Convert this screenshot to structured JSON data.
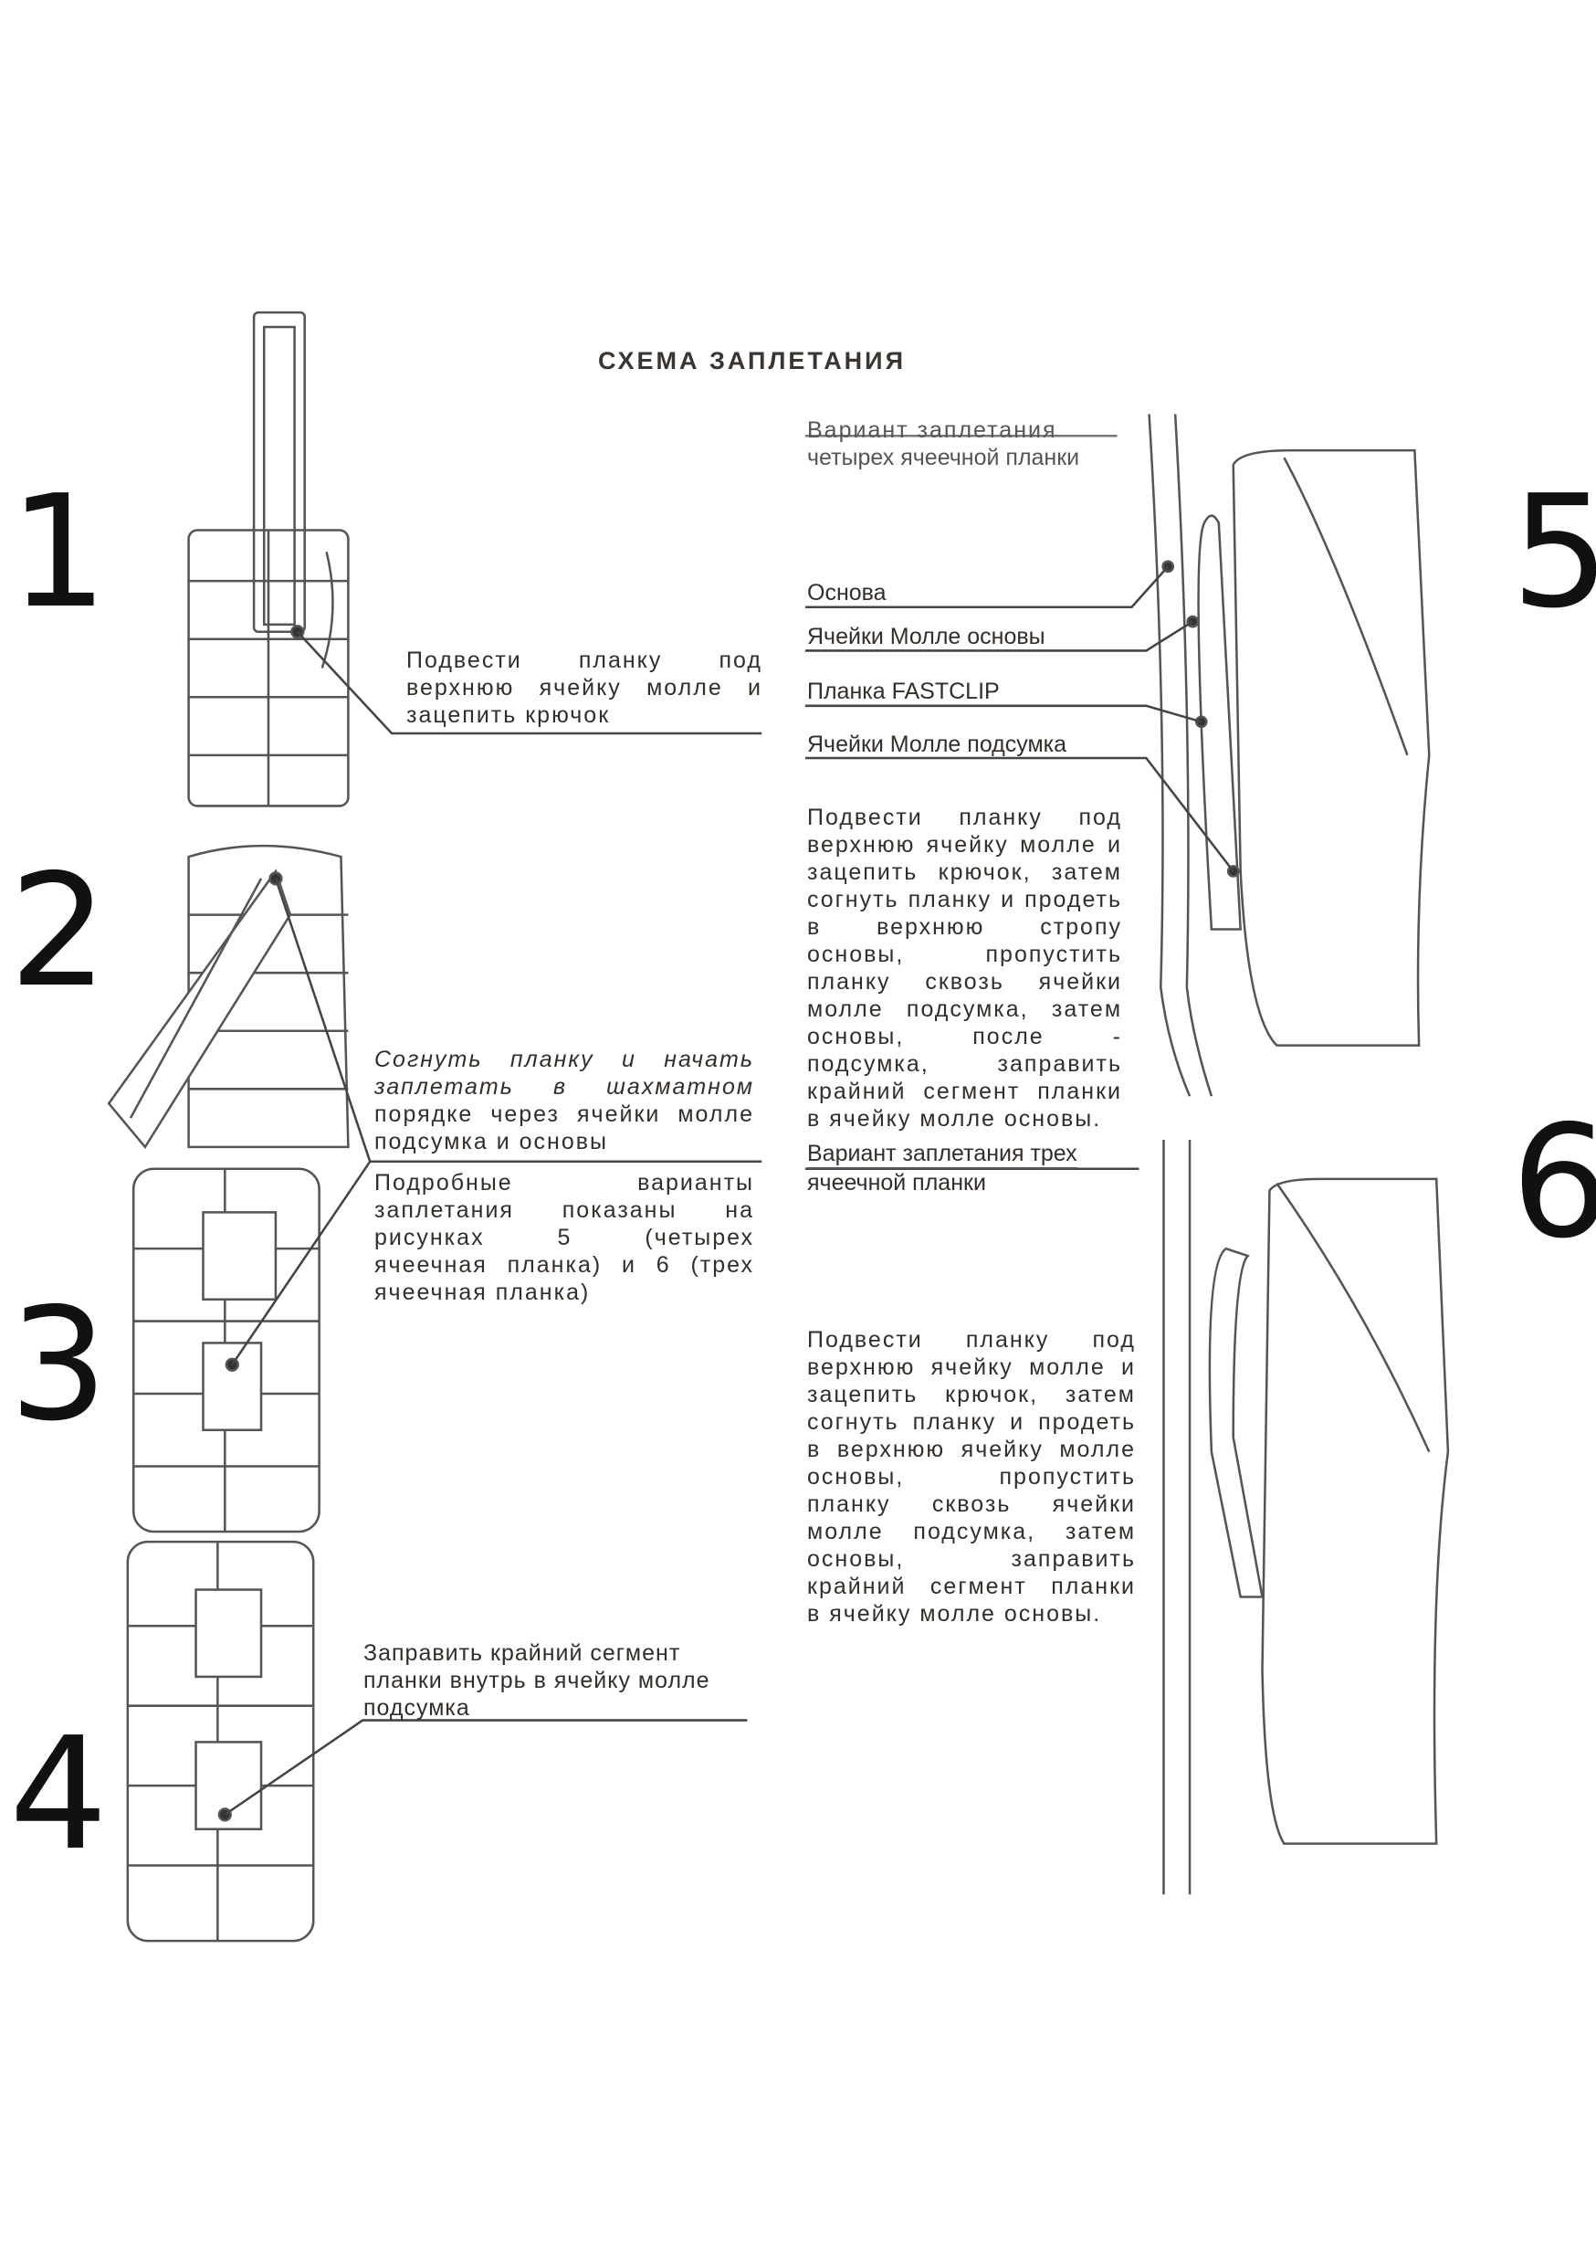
{
  "title": "СХЕМА ЗАПЛЕТАНИЯ",
  "figure_numbers": [
    "1",
    "2",
    "3",
    "4",
    "5",
    "6"
  ],
  "step1": {
    "lines": [
      "Подвести планку под",
      "верхнюю ячейку молле и",
      "зацепить крючок"
    ]
  },
  "step2": {
    "lines": [
      "Согнуть планку и начать",
      "заплетать в шахматном",
      "порядке через ячейки молле",
      "подсумка и основы"
    ]
  },
  "step3": {
    "lines": [
      "Подробные варианты",
      "заплетания показаны на",
      "рисунках 5 (четырех",
      "ячеечная планка) и 6 (трех",
      "ячеечная планка)"
    ]
  },
  "step4": {
    "lines": [
      "Заправить крайний сегмент",
      "планки  внутрь в ячейку молле",
      "подсумка"
    ]
  },
  "variant5": {
    "heading": [
      "Вариант заплетания",
      "четырех ячеечной планки"
    ],
    "labels": [
      "Основа",
      "Ячейки Молле основы",
      "Планка FASTCLIP",
      "Ячейки Молле подсумка"
    ],
    "lines": [
      "Подвести планку под",
      "верхнюю ячейку молле и",
      "зацепить крючок, затем",
      "согнуть планку и продеть",
      "в верхнюю стропу",
      "основы, пропустить",
      "планку сквозь ячейки",
      "молле подсумка, затем",
      "основы, после -",
      "подсумка, заправить",
      "крайний сегмент планки",
      "в ячейку молле основы."
    ]
  },
  "variant6": {
    "heading": [
      "Вариант заплетания трех",
      "ячеечной планки"
    ],
    "lines": [
      "Подвести планку под",
      "верхнюю ячейку молле и",
      "зацепить крючок, затем",
      "согнуть планку и продеть",
      "в верхнюю ячейку молле",
      "основы, пропустить",
      "планку сквозь ячейки",
      "молле подсумка, затем",
      "основы, заправить",
      "крайний сегмент планки",
      "в ячейку молле основы."
    ]
  }
}
